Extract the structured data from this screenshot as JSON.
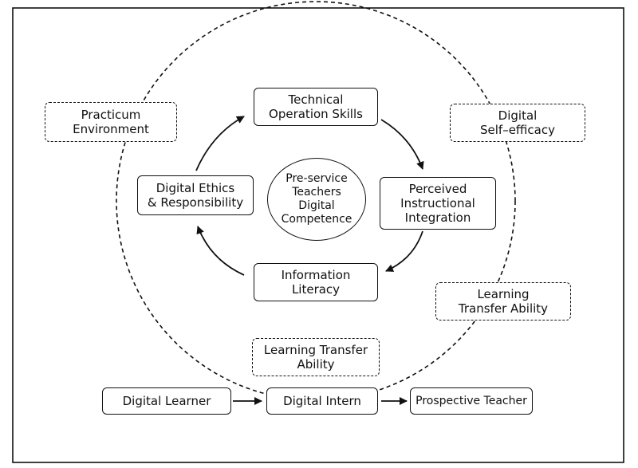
{
  "center": {
    "lines": [
      "Pre-service",
      "Teachers",
      "Digital",
      "Competence"
    ]
  },
  "core_nodes": {
    "technical": {
      "lines": [
        "Technical",
        "Operation Skills"
      ]
    },
    "perceived": {
      "lines": [
        "Perceived",
        "Instructional",
        "Integration"
      ]
    },
    "information": {
      "lines": [
        "Information",
        "Literacy"
      ]
    },
    "ethics": {
      "lines": [
        "Digital Ethics",
        "& Responsibility"
      ]
    }
  },
  "outer_factors": {
    "practicum": {
      "lines": [
        "Practicum",
        "Environment"
      ]
    },
    "self_efficacy": {
      "lines": [
        "Digital",
        "Self–efficacy"
      ]
    },
    "transfer_right": {
      "lines": [
        "Learning",
        "Transfer Ability"
      ]
    },
    "transfer_bottom": {
      "lines": [
        "Learning Transfer",
        "Ability"
      ]
    }
  },
  "stages": {
    "learner": {
      "label": "Digital Learner"
    },
    "intern": {
      "label": "Digital Intern"
    },
    "prospective": {
      "label": "Prospective Teacher"
    }
  }
}
